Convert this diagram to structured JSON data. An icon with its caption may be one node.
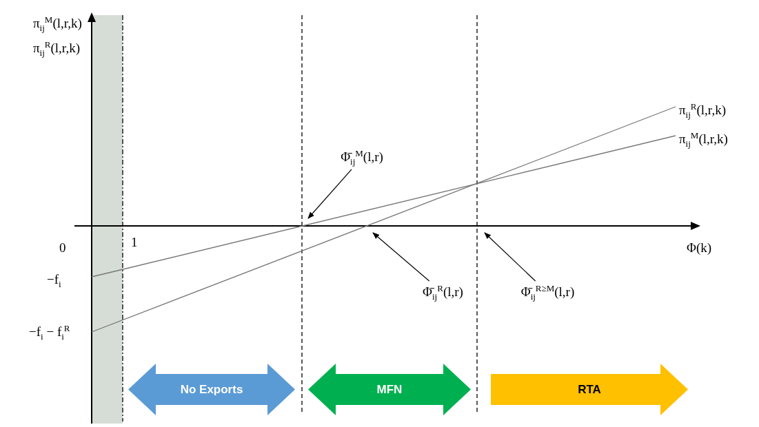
{
  "diagram": {
    "nodes": [
      {
        "text": [
          "Φ̄$_{ij}$$^{M}$(l,r)"
        ]
      },
      {
        "text": [
          "Φ̄$_{ij}$$^{R}$(l,r)"
        ]
      },
      {
        "text": [
          "Φ̄$_{ij}$$^{R≥M}$(l,r)"
        ]
      },
      {
        "text": [
          "No Exports"
        ]
      },
      {
        "text": [
          "MFN"
        ]
      },
      {
        "text": [
          "RTA"
        ]
      }
    ],
    "edges": [
      {
        "from": 0,
        "to": null,
        "arrow": "to"
      },
      {
        "from": 1,
        "to": null,
        "arrow": "to"
      },
      {
        "from": 2,
        "to": null,
        "arrow": "to"
      }
    ],
    "labels": [
      "π$_{ij}$$^{M}$(l,r,k)",
      "π$_{ij}$$^{R}$(l,r,k)",
      "π$_{ij}$$^{R}$(l,r,k)",
      "π$_{ij}$$^{M}$(l,r,k)",
      "0",
      "1",
      "Φ(k)",
      "−f$_{i}$",
      "−f$_{i}$ − f$_{i}$$^{R}$"
    ]
  }
}
